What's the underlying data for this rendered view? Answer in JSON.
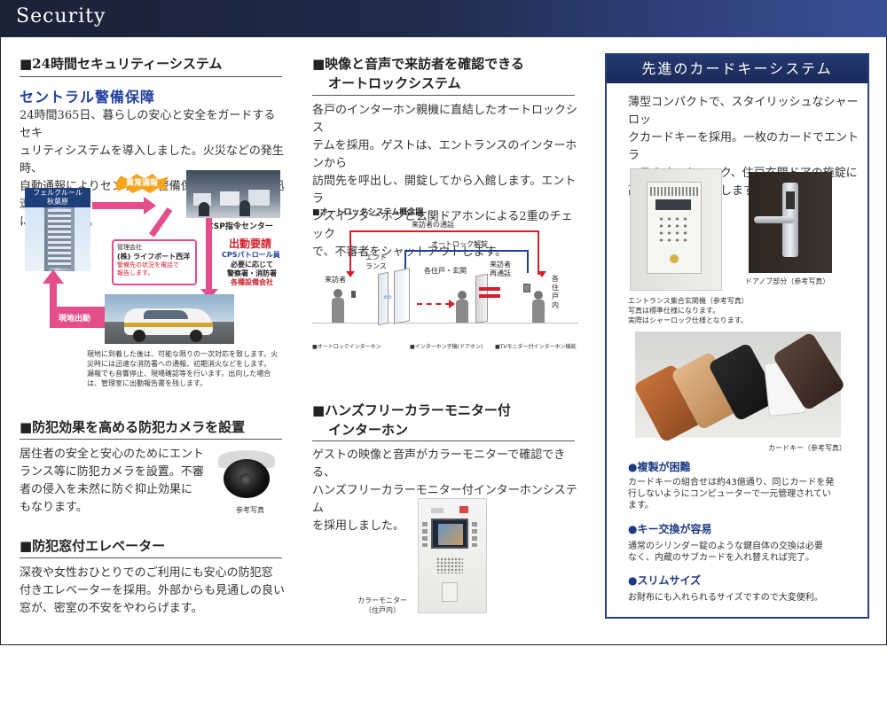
{
  "header": {
    "title": "Security"
  },
  "section_security": {
    "title": "■24時間セキュリティーシステム",
    "logo_text": "セントラル警備保障",
    "body": [
      "24時間365日、暮らしの安心と安全をガードするセキ",
      "ュリティシステムを導入しました。火災などの発生時、",
      "自動通報によりセントラル警備保障のスタッフが迅速",
      "に対応します。"
    ],
    "diagram": {
      "building_label": [
        "フェルクルール",
        "秋葉原"
      ],
      "alarm_label": "異常通報",
      "center_label": "CSP指令センター",
      "manager": {
        "line1": "管理会社",
        "line2": "(株) ライフポート西洋",
        "line3": "警備先の状況を電話で",
        "line4": "報告します。"
      },
      "dispatch_title": "出動要請",
      "dispatch_sub": "CPSパトロール員",
      "dispatch_lines": [
        "必要に応じて",
        "警察署・消防署",
        "各種設備会社"
      ],
      "onsite_label": "現地出動"
    },
    "note": [
      "現地に到着した後は、可能な限りの一次対応を致します。火",
      "災時には迅速な消防署への通報、初期消火などをします。",
      "漏報でも音響停止、現場確認等を行います。出向した場合",
      "は、管理室に出動報告書を残します。"
    ]
  },
  "section_camera": {
    "title": "■防犯効果を高める防犯カメラを設置",
    "body": [
      "居住者の安全と安心のためにエント",
      "ランス等に防犯カメラを設置。不審",
      "者の侵入を未然に防ぐ抑止効果に",
      "もなります。"
    ],
    "photo_caption": "参考写真"
  },
  "section_elevator": {
    "title": "■防犯窓付エレベーター",
    "body": [
      "深夜や女性おひとりでのご利用にも安心の防犯窓",
      "付きエレベーターを採用。外部からも見通しの良い",
      "窓が、密室の不安をやわらげます。"
    ]
  },
  "section_autolock": {
    "title_line1": "■映像と音声で来訪者を確認できる",
    "title_line2": "オートロックシステム",
    "body": [
      "各戸のインターホン親機に直結したオートロックシス",
      "テムを採用。ゲストは、エントランスのインターホンから",
      "訪問先を呼出し、開錠してから入館します。エントラ",
      "ンスインターホンと玄関ドアホンによる2重のチェック",
      "で、不審者をシャットアウトします。"
    ],
    "diagram_title": "■オートロックシステム概念図",
    "labels": {
      "visitor_call": "来訪者の通話",
      "autolock_release": "オートロック解錠",
      "entrance": [
        "エント",
        "ランス"
      ],
      "units_door": "各住戸・玄関",
      "visitor": "来訪者",
      "visitor_recall": [
        "来訪者",
        "再通話"
      ],
      "each_unit": [
        "各",
        "住",
        "戸",
        "内"
      ]
    },
    "legend": [
      "■オートロックインターホン",
      "■インターホン子機(ドアホン)",
      "■TVモニター付インターホン機能"
    ]
  },
  "section_handsfree": {
    "title_line1": "■ハンズフリーカラーモニター付",
    "title_line2": "インターホン",
    "body": [
      "ゲストの映像と音声がカラーモニターで確認できる、",
      "ハンズフリーカラーモニター付インターホンシステム",
      "を採用しました。"
    ],
    "photo_caption": [
      "カラーモニター",
      "（住戸内）"
    ]
  },
  "section_cardkey": {
    "title": "先進のカードキーシステム",
    "body": [
      "薄型コンパクトで、スタイリッシュなシャーロッ",
      "クカードキーを採用。一枚のカードでエントラ",
      "ンスのオートロック、住戸玄関ドアの施錠に",
      "高い安全性を実現します。"
    ],
    "entrance_caption": [
      "エントランス集合玄関機（参考写真）",
      "写真は標準仕様になります。",
      "実際はシャーロック仕様となります。"
    ],
    "door_caption": "ドアノブ部分（参考写真）",
    "card_caption": "カードキー（参考写真）",
    "features": [
      {
        "title": "●複製が困難",
        "text": [
          "カードキーの組合せは約43億通り、同じカードを発",
          "行しないようにコンピューターで一元管理されてい",
          "ます。"
        ]
      },
      {
        "title": "●キー交換が容易",
        "text": [
          "通常のシリンダー錠のような鍵自体の交換は必要",
          "なく、内蔵のサブカードを入れ替えれば完了。"
        ]
      },
      {
        "title": "●スリムサイズ",
        "text": [
          "お財布にも入れられるサイズですので大変便利。"
        ]
      }
    ]
  },
  "colors": {
    "header": "#1e2a48",
    "accent_pink": "#e44e8b",
    "accent_blue": "#1f3a84",
    "accent_red": "#d21e2b"
  }
}
